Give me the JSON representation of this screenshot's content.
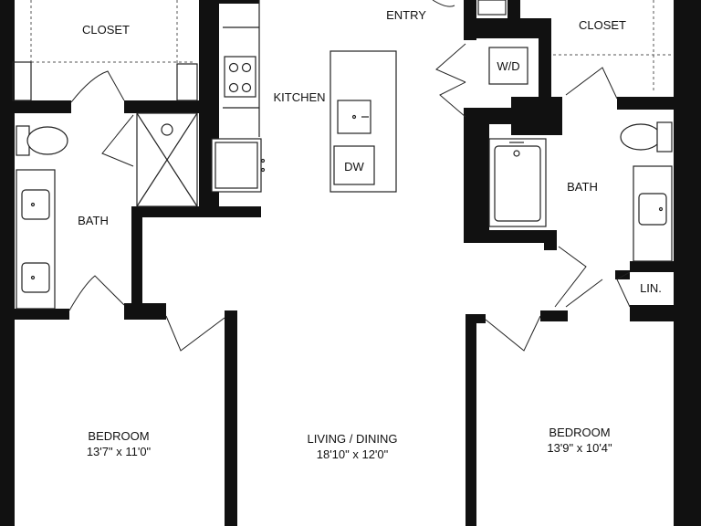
{
  "rooms": {
    "closet_left": "CLOSET",
    "closet_right": "CLOSET",
    "entry": "ENTRY",
    "kitchen": "KITCHEN",
    "washer_dryer": "W/D",
    "dishwasher": "DW",
    "bath_left": "BATH",
    "bath_right": "BATH",
    "linen": "LIN.",
    "bedroom_left": {
      "name": "BEDROOM",
      "size": "13'7\" x 11'0\""
    },
    "living": {
      "name": "LIVING / DINING",
      "size": "18'10\" x 12'0\""
    },
    "bedroom_right": {
      "name": "BEDROOM",
      "size": "13'9\" x 10'4\""
    }
  }
}
